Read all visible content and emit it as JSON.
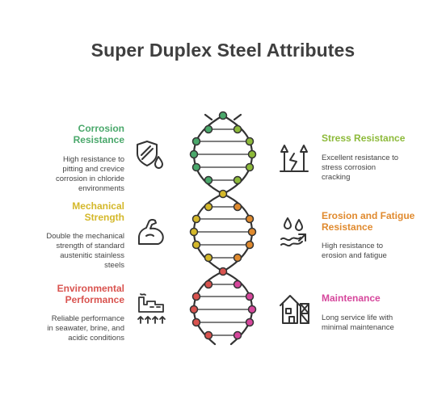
{
  "title": "Super Duplex Steel Attributes",
  "attributes": [
    {
      "heading": "Corrosion Resistance",
      "heading_lines": [
        "Corrosion",
        "Resistance"
      ],
      "description_lines": [
        "High resistance to",
        "pitting and crevice",
        "corrosion in chloride",
        "environments"
      ],
      "color": "#4aa86b",
      "icon": "shield-drop-icon"
    },
    {
      "heading": "Mechanical Strength",
      "heading_lines": [
        "Mechanical",
        "Strength"
      ],
      "description_lines": [
        "Double the mechanical",
        "strength of standard",
        "austenitic stainless",
        "steels"
      ],
      "color": "#d4b82a",
      "icon": "flexed-arm-icon"
    },
    {
      "heading": "Environmental Performance",
      "heading_lines": [
        "Environmental",
        "Performance"
      ],
      "description_lines": [
        "Reliable performance",
        "in seawater, brine, and",
        "acidic conditions"
      ],
      "color": "#d9534f",
      "icon": "factory-icon"
    },
    {
      "heading": "Stress Resistance",
      "heading_lines": [
        "Stress Resistance"
      ],
      "description_lines": [
        "Excellent resistance to",
        "stress corrosion",
        "cracking"
      ],
      "color": "#8dba3a",
      "icon": "cracked-trees-icon"
    },
    {
      "heading": "Erosion and Fatigue Resistance",
      "heading_lines": [
        "Erosion and Fatigue",
        "Resistance"
      ],
      "description_lines": [
        "High resistance to",
        "erosion and fatigue"
      ],
      "color": "#e08a2e",
      "icon": "drops-waves-icon"
    },
    {
      "heading": "Maintenance",
      "heading_lines": [
        "Maintenance"
      ],
      "description_lines": [
        "Long service life with",
        "minimal maintenance"
      ],
      "color": "#d6479c",
      "icon": "house-scaffold-icon"
    }
  ]
}
